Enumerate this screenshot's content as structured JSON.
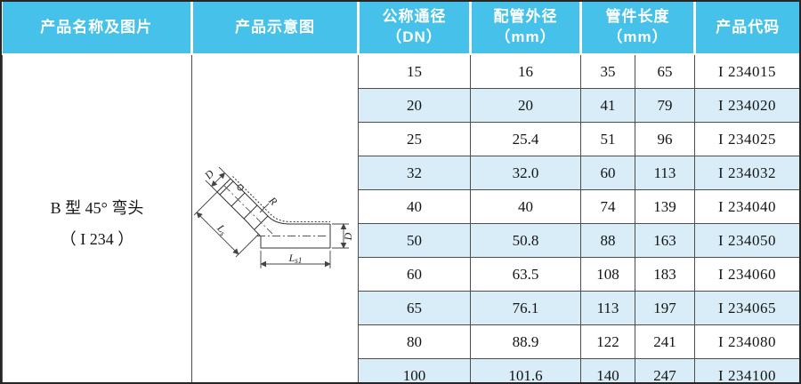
{
  "table": {
    "headers": {
      "col1": "产品名称及图片",
      "col2": "产品示意图",
      "col3_line1": "公称通径",
      "col3_line2": "（DN）",
      "col4_line1": "配管外径",
      "col4_line2": "（mm）",
      "col5_line1": "管件长度",
      "col5_line2": "（mm）",
      "col7": "产品代码"
    },
    "product": {
      "name_line1": "B 型 45°  弯头",
      "name_line2": "（ I  234 ）"
    },
    "rows": [
      {
        "dn": "15",
        "od": "16",
        "l1": "35",
        "l2": "65",
        "code": "I  234015"
      },
      {
        "dn": "20",
        "od": "20",
        "l1": "41",
        "l2": "79",
        "code": "I  234020"
      },
      {
        "dn": "25",
        "od": "25.4",
        "l1": "51",
        "l2": "96",
        "code": "I  234025"
      },
      {
        "dn": "32",
        "od": "32.0",
        "l1": "60",
        "l2": "113",
        "code": "I  234032"
      },
      {
        "dn": "40",
        "od": "40",
        "l1": "74",
        "l2": "139",
        "code": "I  234040"
      },
      {
        "dn": "50",
        "od": "50.8",
        "l1": "88",
        "l2": "163",
        "code": "I  234050"
      },
      {
        "dn": "60",
        "od": "63.5",
        "l1": "108",
        "l2": "183",
        "code": "I  234060"
      },
      {
        "dn": "65",
        "od": "76.1",
        "l1": "113",
        "l2": "197",
        "code": "I  234065"
      },
      {
        "dn": "80",
        "od": "88.9",
        "l1": "122",
        "l2": "241",
        "code": "I  234080"
      },
      {
        "dn": "100",
        "od": "101.6",
        "l1": "140",
        "l2": "247",
        "code": "I  234100"
      }
    ]
  },
  "schematic": {
    "labels": {
      "d": "D",
      "r": "R",
      "L": "L",
      "ls_sub": "s",
      "ls1_sub": "s1"
    }
  },
  "colors": {
    "header_bg": "#45c1ea",
    "row_alt_bg": "#d9edf8",
    "inner_border": "#4d4d4d",
    "outer_border": "#262626",
    "header_text": "#ffffff"
  }
}
